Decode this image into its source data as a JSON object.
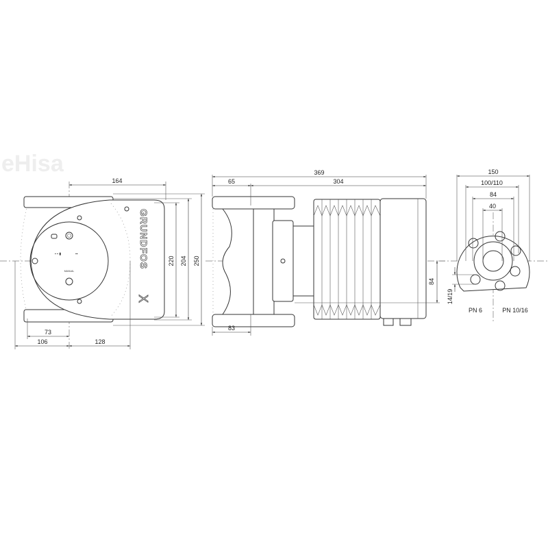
{
  "watermark": "eHisa",
  "brand_logo": "GRUNDFOS X",
  "front_view": {
    "dimensions": {
      "width_top": "164",
      "height_1": "220",
      "height_2": "204",
      "height_3": "250",
      "left_inner": "73",
      "left_outer": "106",
      "right": "128"
    },
    "panel_label": "MANUAL"
  },
  "side_view": {
    "dimensions": {
      "overall_length": "369",
      "port_offset": "65",
      "motor_length": "304",
      "axis_offset": "84",
      "flange_half": "83"
    }
  },
  "flange_view": {
    "dimensions": {
      "outer": "150",
      "bolt_circle": "100/110",
      "raised_face": "84",
      "bore": "40",
      "bolt_hole": "14/19"
    },
    "labels": {
      "left": "PN 6",
      "right": "PN 10/16"
    }
  }
}
